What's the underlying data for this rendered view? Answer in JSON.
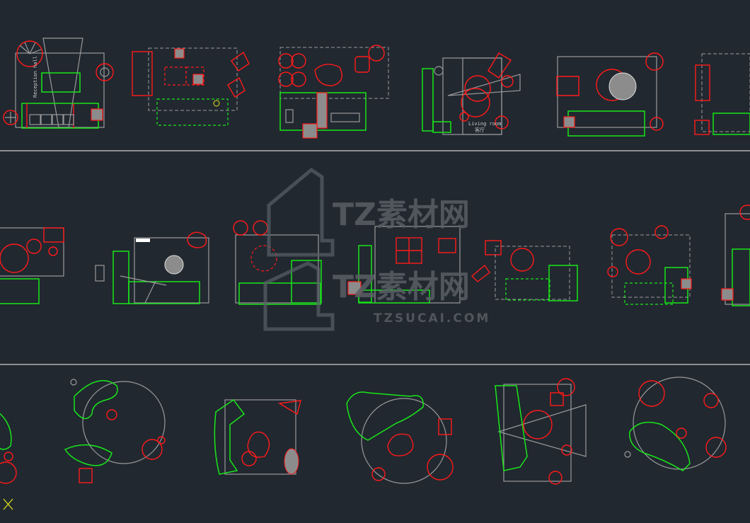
{
  "labels": {
    "reception_hall": "Reception hall",
    "living_room_en": "Living room",
    "living_room_cn": "客厅"
  },
  "watermark": {
    "brand_cn": "TZ素材网",
    "brand_en": "TZSUCAI.COM"
  },
  "colors": {
    "background": "#212830",
    "furniture_red": "#ff1a1a",
    "furniture_green": "#19e619",
    "outline_gray": "#9a9a9a"
  }
}
